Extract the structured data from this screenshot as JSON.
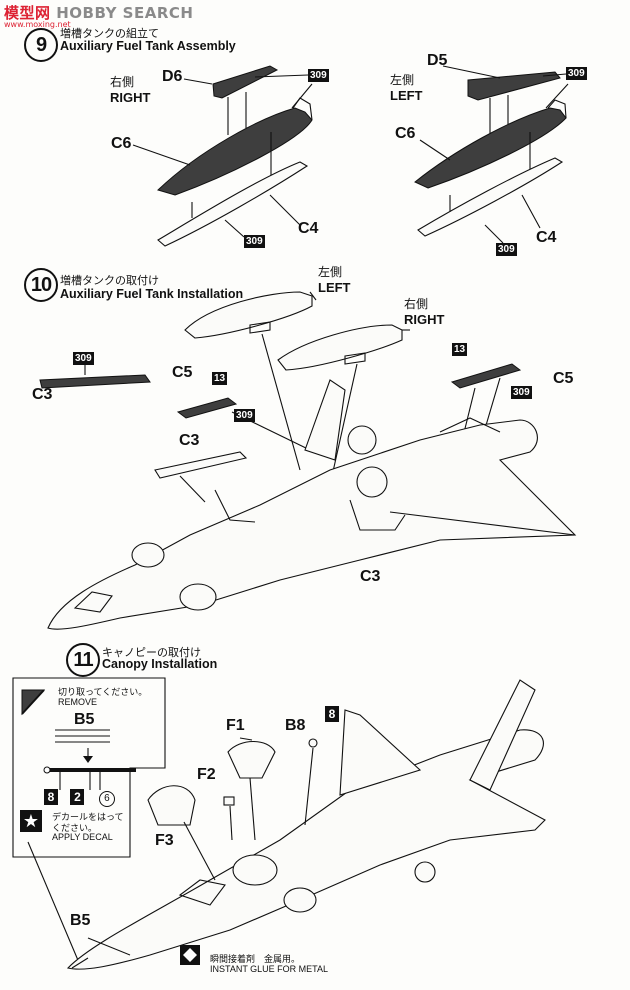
{
  "watermark": {
    "brand": "HOBBY SEARCH",
    "brand_prefix_glyphs": "模型网",
    "url": "www.moxing.net"
  },
  "steps": [
    {
      "num": "9",
      "jp": "増槽タンクの組立て",
      "en": "Auxiliary Fuel Tank Assembly"
    },
    {
      "num": "10",
      "jp": "増槽タンクの取付け",
      "en": "Auxiliary Fuel Tank Installation"
    },
    {
      "num": "11",
      "jp": "キャノピーの取付け",
      "en": "Canopy Installation"
    }
  ],
  "step9": {
    "right": {
      "side_jp": "右側",
      "side_en": "RIGHT",
      "parts": {
        "top": "D6",
        "tank": "C6",
        "bottom": "C4"
      },
      "paint_top": "309",
      "paint_bottom": "309"
    },
    "left": {
      "side_jp": "左側",
      "side_en": "LEFT",
      "parts": {
        "top": "D5",
        "tank": "C6",
        "bottom": "C4"
      },
      "paint_top": "309",
      "paint_bottom": "309"
    }
  },
  "step10": {
    "left_jp": "左側",
    "left_en": "LEFT",
    "right_jp": "右側",
    "right_en": "RIGHT",
    "ref_part": "C3",
    "ref_paint": "309",
    "c5_left": {
      "label": "C5",
      "paint_top": "13",
      "paint_side": "309"
    },
    "c5_right": {
      "label": "C5",
      "paint_top": "13",
      "paint_side": "309"
    },
    "c3_upper": "C3",
    "c3_lower": "C3"
  },
  "step11": {
    "box": {
      "remove_jp": "切り取ってください。",
      "remove_en": "REMOVE",
      "part": "B5",
      "paints": [
        "8",
        "2"
      ],
      "decal_num": "6",
      "decal_jp": "デカールをはって",
      "decal_jp2": "ください。",
      "decal_en": "APPLY DECAL"
    },
    "parts": {
      "f1": "F1",
      "f2": "F2",
      "f3": "F3",
      "b8": "B8",
      "b8_paint": "8",
      "b5": "B5"
    },
    "glue_jp": "瞬間接着剤　金属用。",
    "glue_en": "INSTANT GLUE FOR METAL"
  }
}
